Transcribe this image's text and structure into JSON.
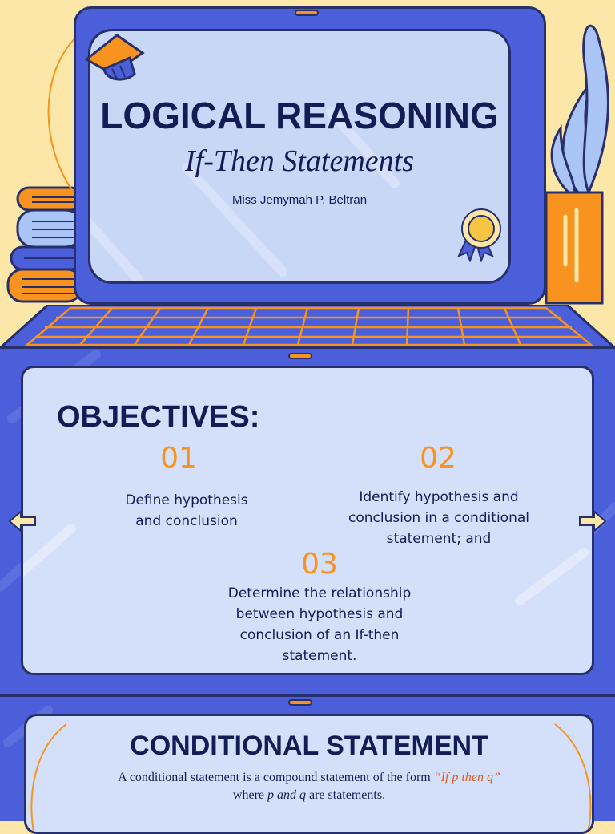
{
  "slide1": {
    "title": "LOGICAL REASONING",
    "subtitle": "If-Then Statements",
    "author": "Miss Jemymah P. Beltran"
  },
  "objectives": {
    "heading": "OBJECTIVES:",
    "items": [
      {
        "num": "01",
        "text_lines": [
          "Define hypothesis",
          "and conclusion"
        ]
      },
      {
        "num": "02",
        "text_lines": [
          "Identify hypothesis and",
          "conclusion in a conditional",
          "statement; and"
        ]
      },
      {
        "num": "03",
        "text_lines": [
          "Determine the relationship",
          "between hypothesis and",
          "conclusion of an If-then",
          "statement."
        ]
      }
    ]
  },
  "conditional": {
    "heading": "CONDITIONAL STATEMENT",
    "line1_pre": "A conditional statement is a compound statement of the form ",
    "line1_quote": "“If p then q”",
    "line2_pre": "where ",
    "line2_vars": "p and q",
    "line2_post": " are statements."
  },
  "icons": [
    "graduation-cap-icon",
    "award-ribbon-icon",
    "books-icon",
    "plant-icon",
    "left-arrow-icon",
    "right-arrow-icon"
  ],
  "colors": {
    "accent": "#f7931e",
    "frame": "#4a5fd9",
    "screen": "#c9d7f7",
    "ink": "#141c55",
    "background": "#fde7a8"
  }
}
